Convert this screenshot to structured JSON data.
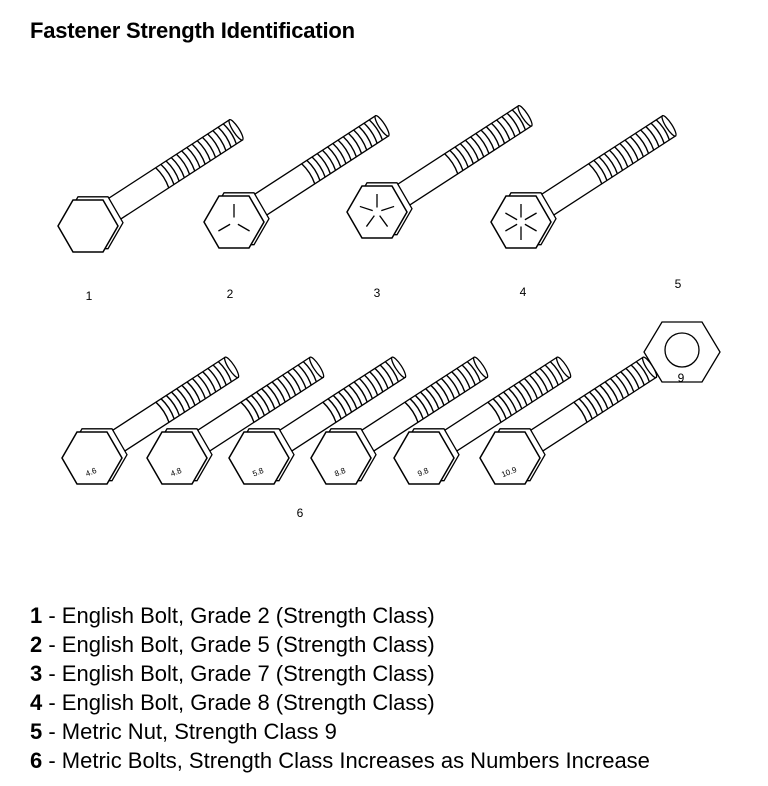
{
  "title": "Fastener Strength Identification",
  "callouts": {
    "c1": "1",
    "c2": "2",
    "c3": "3",
    "c4": "4",
    "c5": "5",
    "c6": "6"
  },
  "nut_marking": "9",
  "metric_bolt_markings": [
    "4.6",
    "4.8",
    "5.8",
    "8.8",
    "9.8",
    "10.9"
  ],
  "legend": [
    {
      "num": "1",
      "text": " - English Bolt, Grade 2 (Strength Class)"
    },
    {
      "num": "2",
      "text": " - English Bolt, Grade 5 (Strength Class)"
    },
    {
      "num": "3",
      "text": " - English Bolt, Grade 7 (Strength Class)"
    },
    {
      "num": "4",
      "text": " - English Bolt, Grade 8 (Strength Class)"
    },
    {
      "num": "5",
      "text": " - Metric Nut, Strength Class 9"
    },
    {
      "num": "6",
      "text": " - Metric Bolts, Strength Class Increases as Numbers Increase"
    }
  ]
}
